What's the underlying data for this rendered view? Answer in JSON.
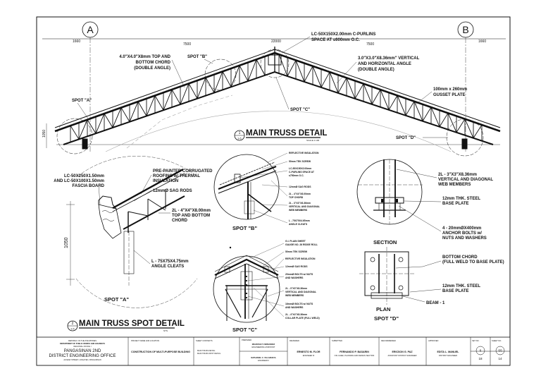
{
  "grid": {
    "left": "A",
    "right": "B"
  },
  "dims": {
    "d1": "1660",
    "d2": "7500",
    "d3": "22000",
    "d4": "7500",
    "d5": "1660",
    "h_side": "1050",
    "h_spot": "1050"
  },
  "main": {
    "purlin": "LC-50X150X2.00mm C-PURLINS",
    "purlin2": "SPACE AT ≤600mm O.C.",
    "chord1": "4.0\"X4.0\"X8mm TOP AND",
    "chord2": "BOTTOM CHORD",
    "chord3": "(DOUBLE ANGLE)",
    "vert1": "3.0\"X3.0\"X8.36mm\" VERTICAL",
    "vert2": "AND HORIZONTAL ANGLE",
    "vert3": "(DOUBLE ANGLE)",
    "gusset1": "100mm x 260mm",
    "gusset2": "GUSSET PLATE",
    "spot_a": "SPOT \"A\"",
    "spot_b": "SPOT \"B\"",
    "spot_c": "SPOT \"C\"",
    "spot_d": "SPOT \"D\"",
    "title": "MAIN TRUSS DETAIL",
    "num": "1",
    "scale": "SCALE 1:100",
    "sheet": "S-5"
  },
  "spotA": {
    "fascia1": "LC-50X250X1.50mm",
    "fascia2": "AND LC-50X100X1.50mm",
    "fascia3": "FASCIA BOARD",
    "roof1": "PRE-PAINTED CORRUGATED",
    "roof2": "ROOFING w/ THERMAL",
    "roof3": "INSULATION",
    "sag": "12mmØ SAG RODS",
    "chord1": "2L - 4\"X4\"X8.00mm",
    "chord2": "TOP AND BOTTOM",
    "chord3": "CHORD",
    "cleat1": "L - 75X75X4.75mm",
    "cleat2": "ANGLE CLEATS",
    "label": "SPOT \"A\""
  },
  "spotB": {
    "n1": "REFLECTIVE INSULATION",
    "n2": "50mm TEK SCREW",
    "n3": "LC-50X150X2.00mm",
    "n4": "C-PURLINS SPACE AT",
    "n5": "≤750mm O.C.",
    "n6": "12mmØ SAG RODS",
    "n7": "2L - 4\"X4\"X8.00mm",
    "n8": "TOP CHORD",
    "n9": "2L - 3\"X3\"X8.36mm",
    "n10": "VERTICAL AND DIAGONAL",
    "n11": "WEB MEMBERS",
    "n12": "L - 75X75X4.65mm",
    "n13": "ANGLE CLEATS",
    "label": "SPOT \"B\""
  },
  "spotC": {
    "n1": "G.I. PLAIN SHEET",
    "n2": "GAUGE NO. 26 RIDGE ROLL",
    "n3": "50mm TEK SCREW",
    "n4": "REFLECTIVE INSULATION",
    "n5": "12mmØ SAG RODS",
    "n6": "20mmØ BOLTS w/ NUTS",
    "n7": "AND WASHERS",
    "n8": "2L - 3\"X3\"X8.36mm",
    "n9": "VERTICAL AND DIAGONAL",
    "n10": "WEB MEMBERS",
    "n11": "16mmØ BOLTS w/ NUTS",
    "n12": "AND WASHERS",
    "n13": "2L - 4\"X4\"X8.36mm",
    "n14": "COLLAR PLATE (FULL WELD)",
    "label": "SPOT \"C\""
  },
  "spotD": {
    "web1": "2L - 3\"X3\"X8.36mm",
    "web2": "VERTICAL AND DIAGONAL",
    "web3": "WEB MEMBERS",
    "bp1": "12mm THK. STEEL",
    "bp2": "BASE PLATE",
    "ab1": "4 - 20mmØX400mm",
    "ab2": "ANCHOR BOLTS w/",
    "ab3": "NUTS AND WASHERS",
    "section": "SECTION",
    "bc1": "BOTTOM CHORD",
    "bc2": "(FULL WELD TO BASE PLATE)",
    "bp3": "12mm THK. STEEL",
    "bp4": "BASE PLATE",
    "beam": "BEAM - 1",
    "plan": "PLAN",
    "label": "SPOT \"D\""
  },
  "spotTitle": {
    "title": "MAIN TRUSS SPOT DETAIL",
    "num": "2",
    "sheet": "S-5",
    "scale": "NTS"
  },
  "titleblock": {
    "rep": "REPUBLIC OF THE PHILIPPINES",
    "dept": "DEPARTMENT OF PUBLIC WORKS AND HIGHWAYS",
    "region": "REGIONAL OFFICE I",
    "office1": "PANGASINAN 2ND",
    "office2": "DISTRICT ENGINEERING OFFICE",
    "addr": "ALVEAR STREET, LINGAYEN, PANGASINAN",
    "h_project": "PROJECT NAME AND LOCATION",
    "project": "CONSTRUCTION OF MULTI-PURPOSE BUILDING",
    "h_sheet": "SHEET CONTENTS",
    "sheet1": "MAIN TRUSS DETAIL",
    "sheet2": "MAIN TRUSS SPOT DETAIL",
    "h_prepared": "PREPARED",
    "prep1": "MELROSE P. FERNANDEZ",
    "prep1r": "ENGINEERING ASSISTANT",
    "prep2": "NATHANIEL C. VILLANUEVA",
    "prep2r": "ENGINEER II",
    "h_reviewed": "REVIEWED",
    "rev": "ERNESTO M. FLOR",
    "rev_r": "ENGINEER III",
    "h_submitted": "SUBMITTED",
    "sub": "FERNANDO P. BASARIN",
    "sub_r": "OIC-CHIEF, PLANNING AND DESIGN SECTION",
    "h_recommended": "RECOMMENDED",
    "rec": "ERICSON G. PAZ",
    "rec_r": "ASSISTANT DISTRICT ENGINEER",
    "h_approved": "APPROVED",
    "app": "EDITA L. MANUEL",
    "app_r": "DISTRICT ENGINEER",
    "h_set": "SET NO.",
    "h_sheetno": "SHEET NO.",
    "set": "6",
    "sheetno": "S5",
    "total1": "18",
    "total2": "14"
  }
}
